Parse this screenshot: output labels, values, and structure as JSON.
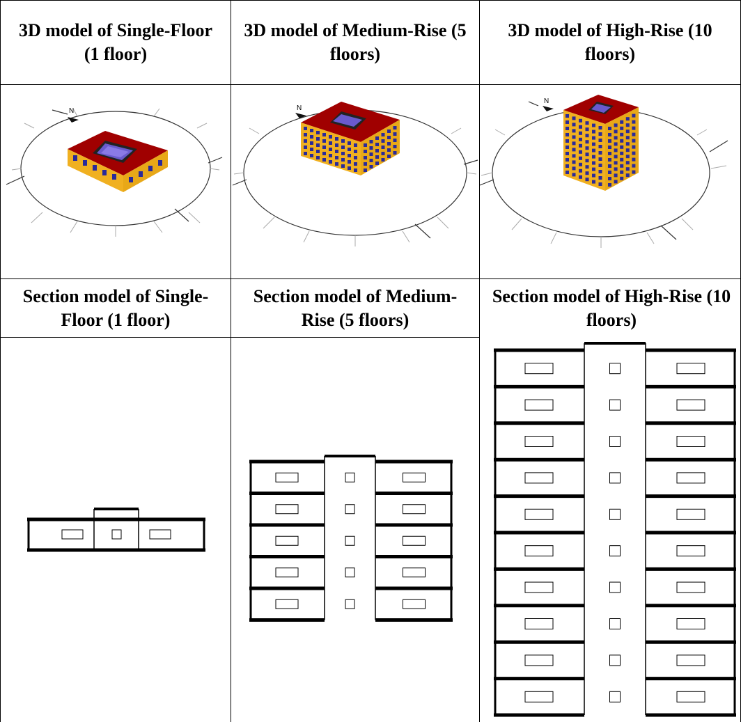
{
  "headers": {
    "model3d_single": "3D model of Single-Floor (1 floor)",
    "model3d_medium": "3D model of Medium-Rise (5 floors)",
    "model3d_high": "3D model of High-Rise (10 floors)",
    "section_single": "Section model of Single-Floor (1 floor)",
    "section_medium": "Section model of Medium-Rise (5 floors)",
    "section_high": "Section model of High-Rise (10 floors)"
  },
  "models": {
    "single": {
      "floors": 1,
      "compass_label": "N"
    },
    "medium": {
      "floors": 5,
      "compass_label": "N"
    },
    "high": {
      "floors": 10,
      "compass_label": "N"
    }
  },
  "colors": {
    "roof": "#a00000",
    "facade": "#f0b020",
    "window": "#2a2a9a",
    "skylight": "#6a5acd",
    "line": "#000000"
  }
}
